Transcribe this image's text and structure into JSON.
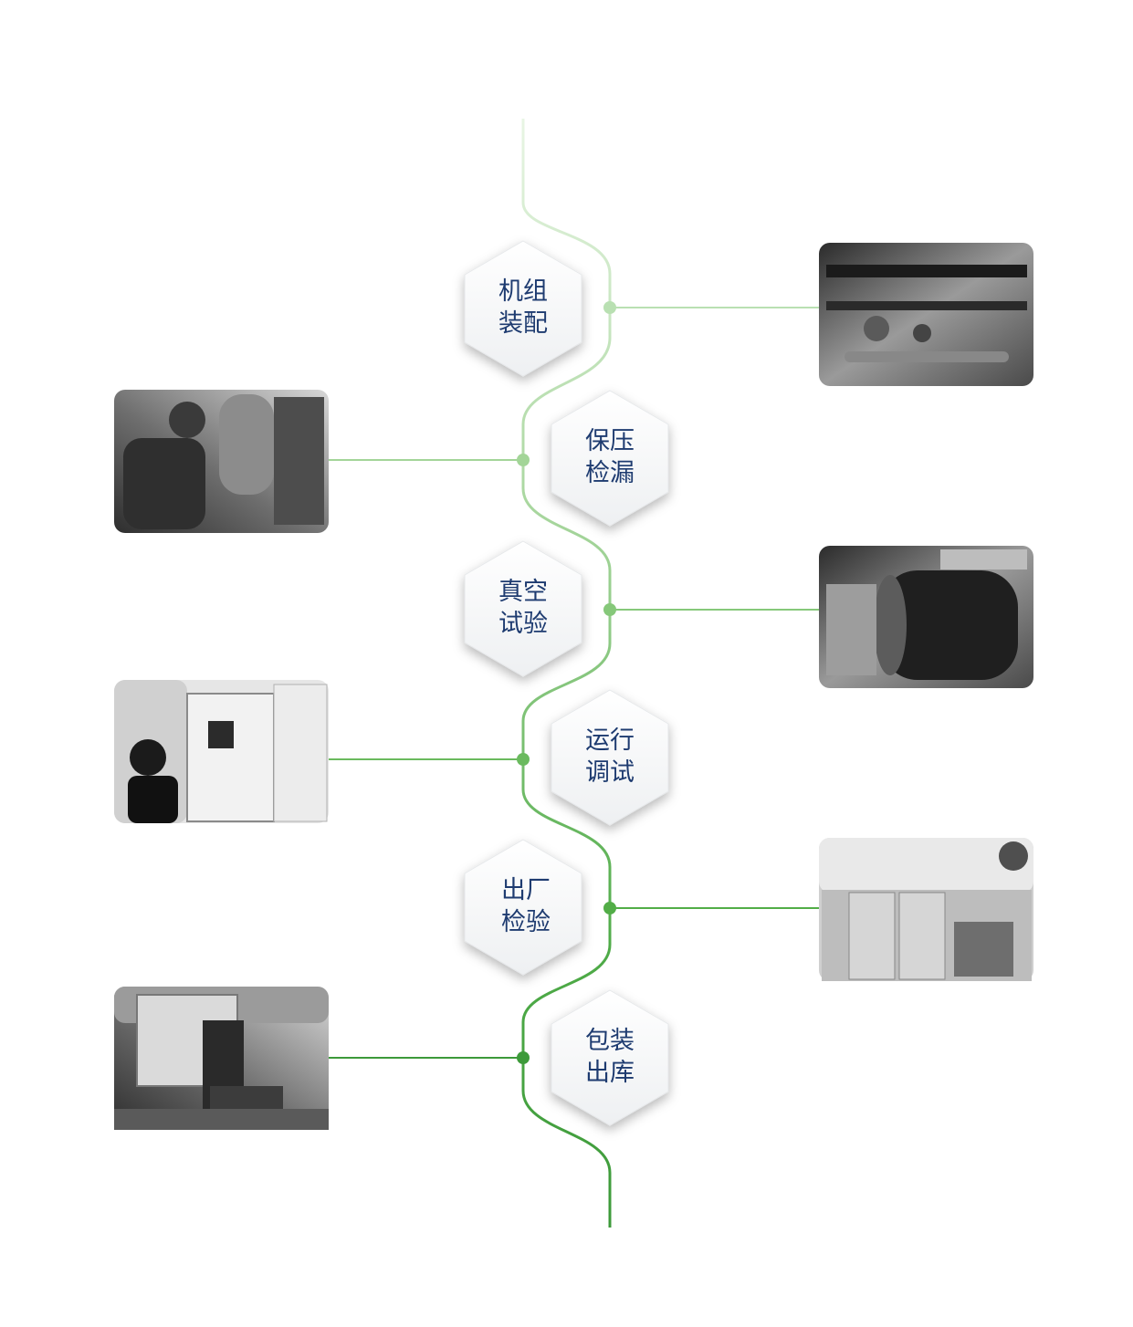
{
  "process": {
    "steps": [
      {
        "line1": "机组",
        "line2": "装配",
        "photo_side": "right"
      },
      {
        "line1": "保压",
        "line2": "检漏",
        "photo_side": "left"
      },
      {
        "line1": "真空",
        "line2": "试验",
        "photo_side": "right"
      },
      {
        "line1": "运行",
        "line2": "调试",
        "photo_side": "left"
      },
      {
        "line1": "出厂",
        "line2": "检验",
        "photo_side": "right"
      },
      {
        "line1": "包装",
        "line2": "出库",
        "photo_side": "left"
      }
    ]
  },
  "colors": {
    "line_start": "#dcefd7",
    "line_end": "#3d9a3a",
    "text": "#1e3b70",
    "hex_fill": "#ffffff",
    "photo_dark": "#3a3a3a",
    "photo_light": "#d9d9d9"
  }
}
